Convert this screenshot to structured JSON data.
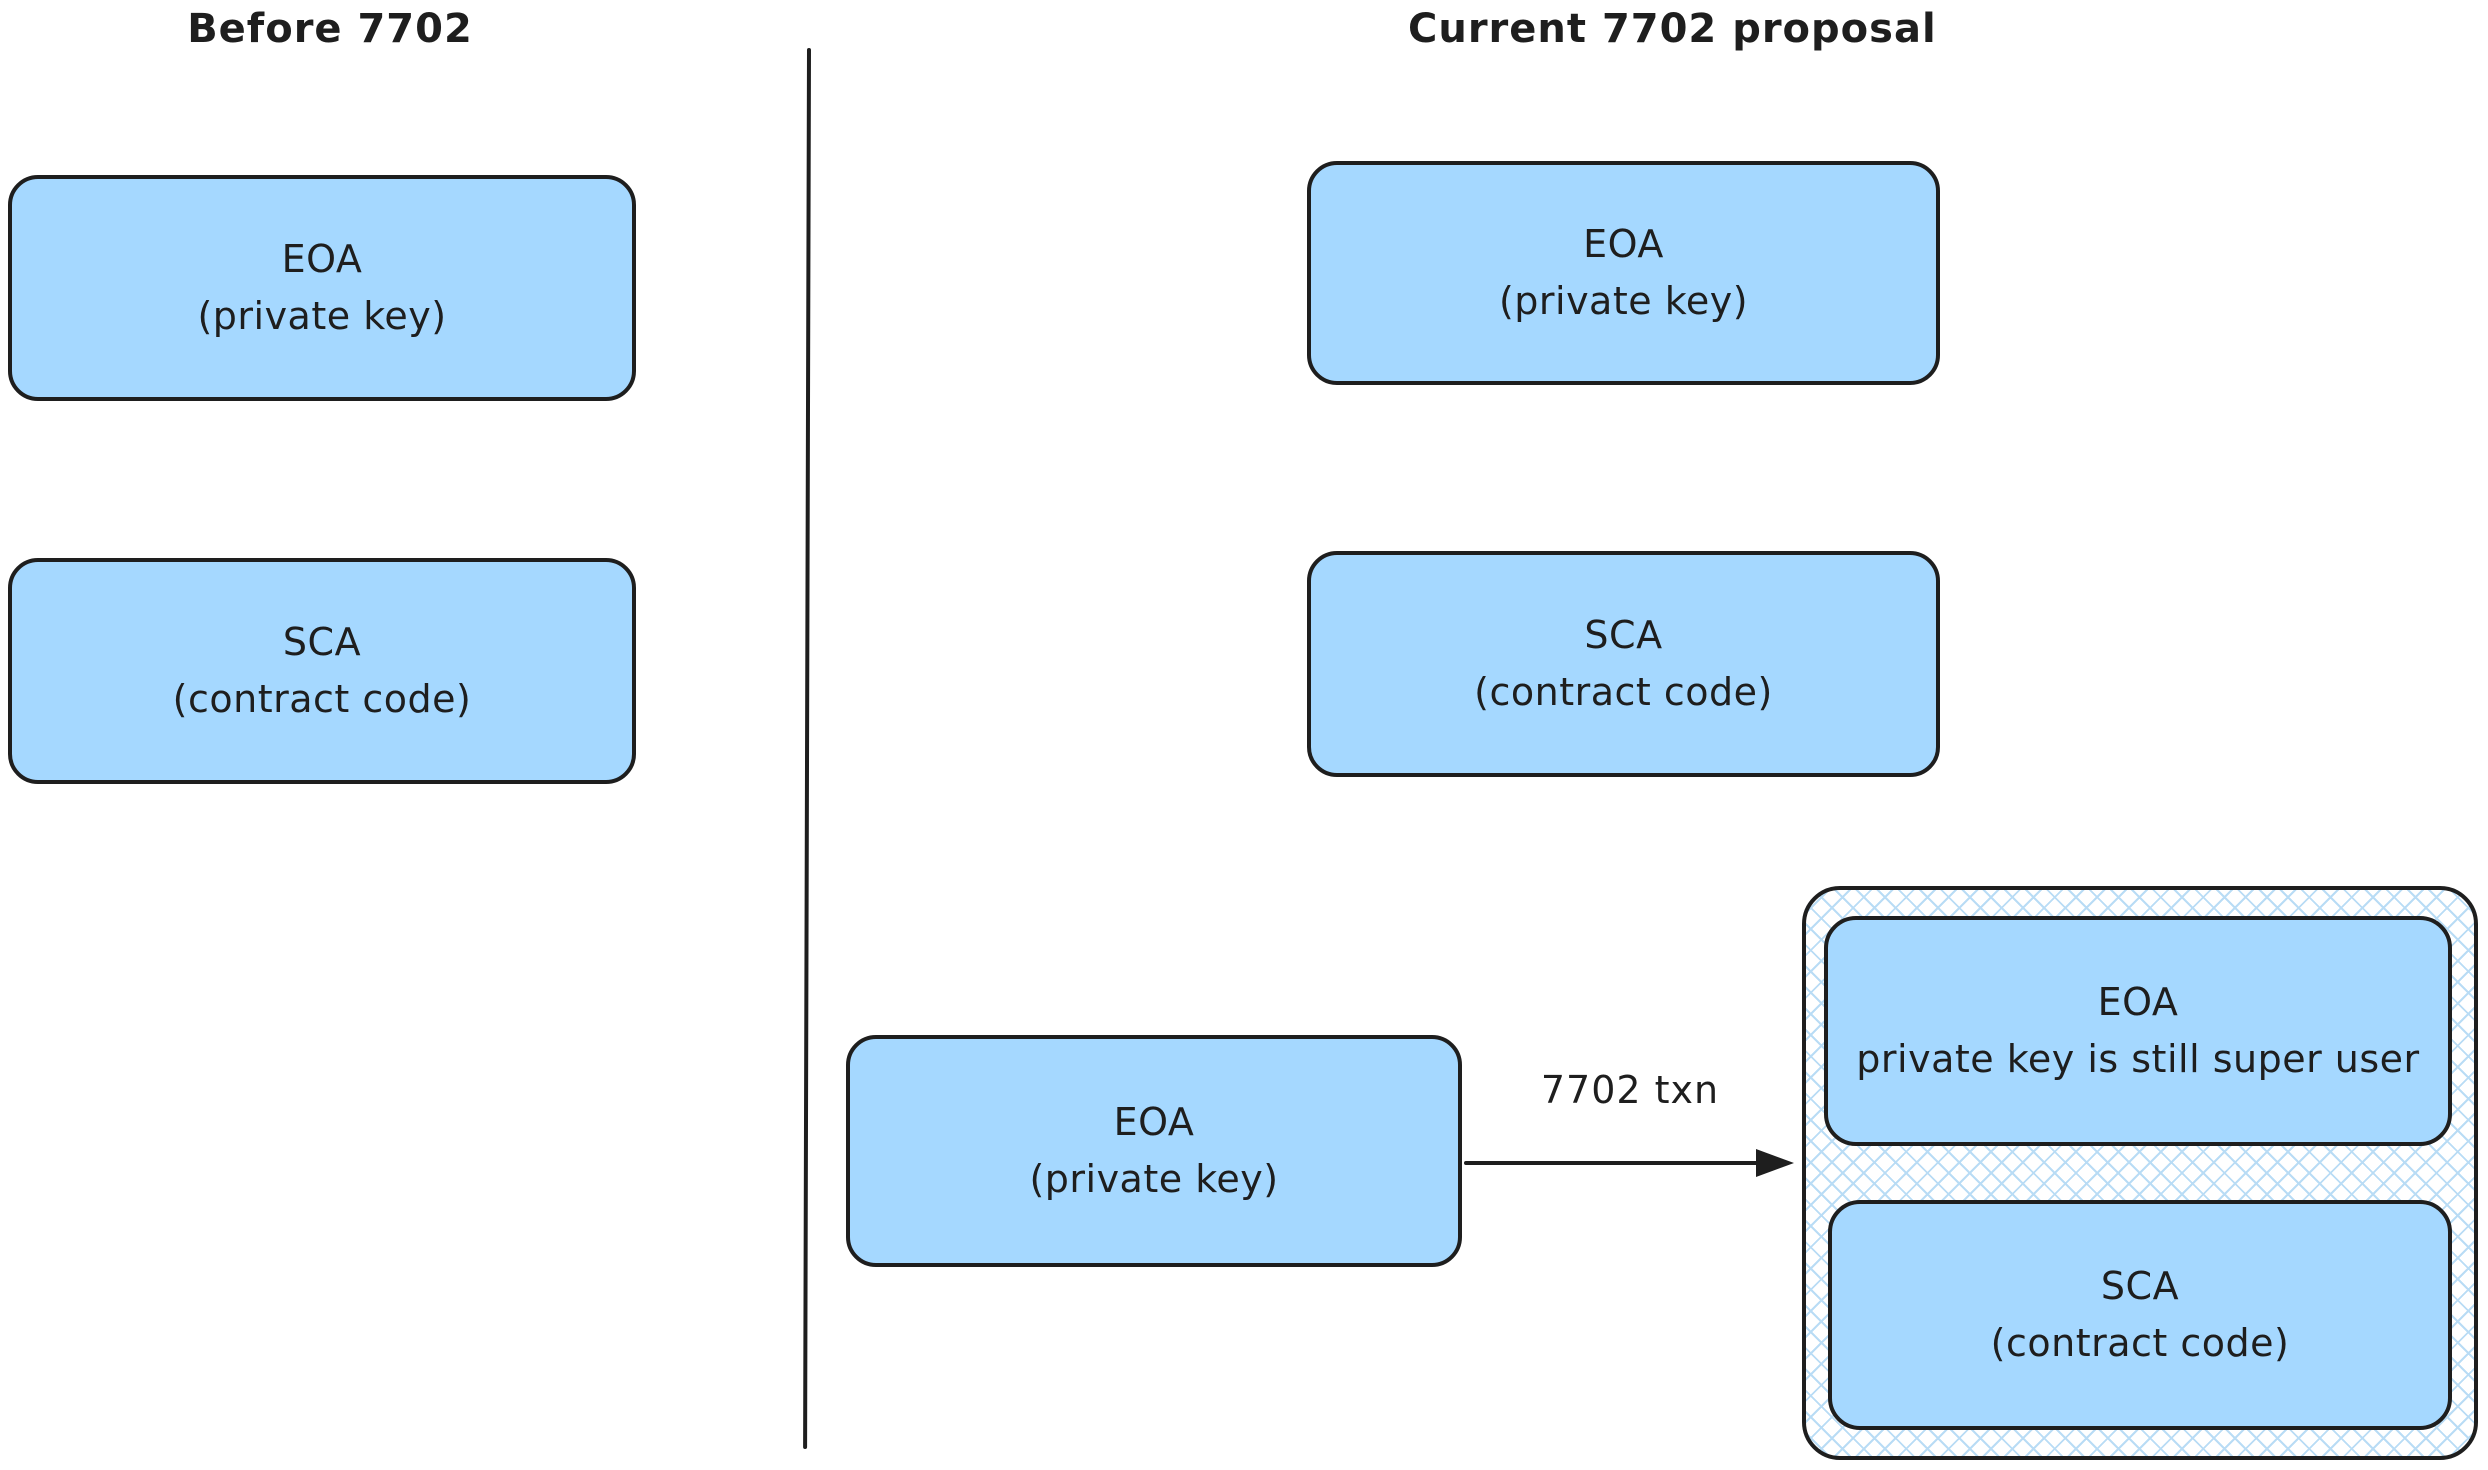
{
  "colors": {
    "stroke": "#1e1e1e",
    "boxFill": "#a5d8ff",
    "hatch": "#b9dcf5",
    "text": "#1e1e1e",
    "bg": "#ffffff"
  },
  "left": {
    "title": "Before 7702",
    "eoa": {
      "line1": "EOA",
      "line2": "(private key)"
    },
    "sca": {
      "line1": "SCA",
      "line2": "(contract code)"
    }
  },
  "right": {
    "title": "Current 7702 proposal",
    "eoa": {
      "line1": "EOA",
      "line2": "(private key)"
    },
    "sca": {
      "line1": "SCA",
      "line2": "(contract code)"
    },
    "flow": {
      "eoa": {
        "line1": "EOA",
        "line2": "(private key)"
      },
      "arrowLabel": "7702 txn",
      "container": {
        "eoa": {
          "line1": "EOA",
          "line2": "private key is still super user"
        },
        "sca": {
          "line1": "SCA",
          "line2": "(contract code)"
        }
      }
    }
  }
}
